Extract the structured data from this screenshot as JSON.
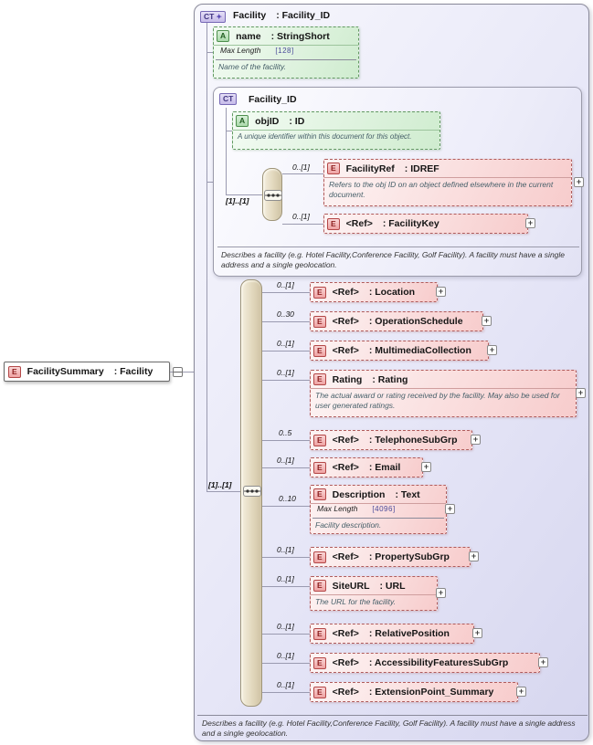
{
  "icons": {
    "expand": "+",
    "ct_marker": "✦"
  },
  "colors": {
    "element_accent": "#b34747",
    "attribute_accent": "#4e8f4e",
    "complex_type_accent": "#7668b5",
    "container_fill": "#e6e6f7",
    "sequence_bar_fill": "#e2d8bd"
  },
  "root": {
    "badge": "E",
    "label": "FacilitySummary",
    "type": ": Facility"
  },
  "container": {
    "badge": "CT",
    "title": "Facility",
    "type": ": Facility_ID",
    "footer": "Describes a facility (e.g. Hotel Facility,Conference Facility, Golf Facility).  A facility must have a single address and a single geolocation."
  },
  "name_attr": {
    "badge": "A",
    "label": "name",
    "type": ": StringShort",
    "facet_label": "Max Length",
    "facet_value": "[128]",
    "doc": "Name of the facility."
  },
  "facility_id": {
    "badge": "CT",
    "title": "Facility_ID",
    "objid": {
      "badge": "A",
      "label": "objID",
      "type": ": ID",
      "doc": "A unique identifier within this document for this object."
    },
    "cardinality": "[1]..[1]",
    "facility_ref": {
      "badge": "E",
      "cardinality": "0..[1]",
      "label": "FacilityRef",
      "type": ": IDREF",
      "doc": "Refers to the obj ID on an object defined elsewhere in the current document."
    },
    "facility_key": {
      "badge": "E",
      "cardinality": "0..[1]",
      "label": "<Ref>",
      "type": ": FacilityKey"
    },
    "footer": "Describes a facility (e.g. Hotel Facility,Conference Facility, Golf Facility).  A facility must have a single address and a single geolocation."
  },
  "sequence": {
    "cardinality": "[1]..[1]"
  },
  "elements": [
    {
      "cardinality": "0..[1]",
      "badge": "E",
      "label": "<Ref>",
      "type": ": Location"
    },
    {
      "cardinality": "0..30",
      "badge": "E",
      "label": "<Ref>",
      "type": ": OperationSchedule"
    },
    {
      "cardinality": "0..[1]",
      "badge": "E",
      "label": "<Ref>",
      "type": ": MultimediaCollection"
    },
    {
      "cardinality": "0..[1]",
      "badge": "E",
      "label": "Rating",
      "type": ": Rating",
      "doc": "The actual award or rating received by the facility.  May also be used for user generated ratings."
    },
    {
      "cardinality": "0..5",
      "badge": "E",
      "label": "<Ref>",
      "type": ": TelephoneSubGrp"
    },
    {
      "cardinality": "0..[1]",
      "badge": "E",
      "label": "<Ref>",
      "type": ": Email"
    },
    {
      "cardinality": "0..10",
      "badge": "E",
      "label": "Description",
      "type": ": Text",
      "facet_label": "Max Length",
      "facet_value": "[4096]",
      "doc": "Facility description."
    },
    {
      "cardinality": "0..[1]",
      "badge": "E",
      "label": "<Ref>",
      "type": ": PropertySubGrp"
    },
    {
      "cardinality": "0..[1]",
      "badge": "E",
      "label": "SiteURL",
      "type": ": URL",
      "doc": "The URL for the facility."
    },
    {
      "cardinality": "0..[1]",
      "badge": "E",
      "label": "<Ref>",
      "type": ": RelativePosition"
    },
    {
      "cardinality": "0..[1]",
      "badge": "E",
      "label": "<Ref>",
      "type": ": AccessibilityFeaturesSubGrp"
    },
    {
      "cardinality": "0..[1]",
      "badge": "E",
      "label": "<Ref>",
      "type": ": ExtensionPoint_Summary"
    }
  ]
}
